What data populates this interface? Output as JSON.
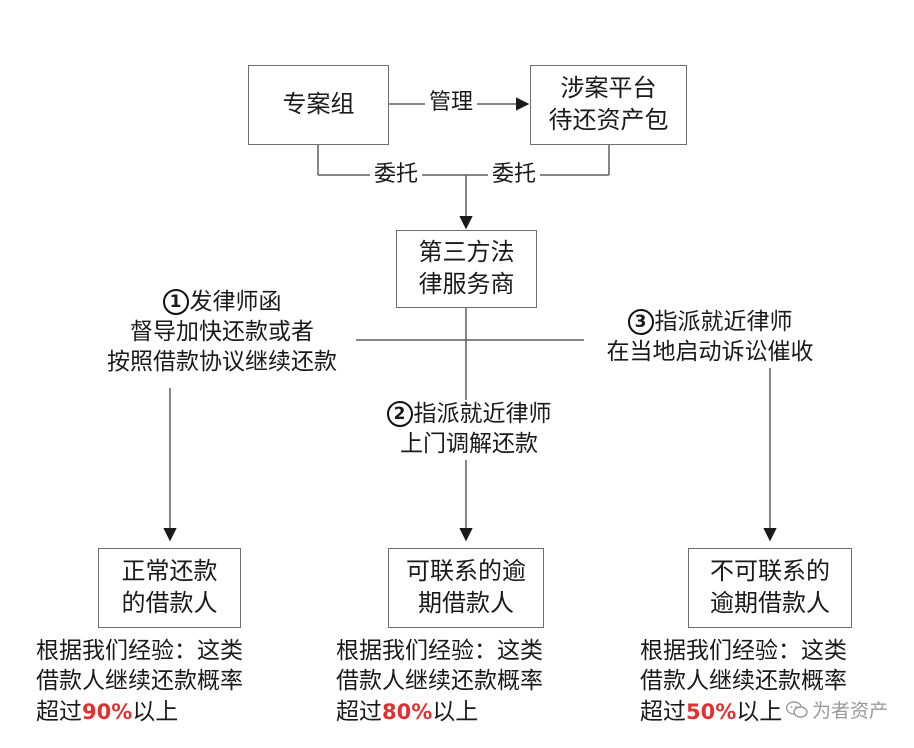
{
  "nodes": {
    "task_force": "专案组",
    "platform_line1": "涉案平台",
    "platform_line2": "待还资产包",
    "legal_line1": "第三方法",
    "legal_line2": "律服务商",
    "normal_line1": "正常还款",
    "normal_line2": "的借款人",
    "reachable_line1": "可联系的逾",
    "reachable_line2": "期借款人",
    "unreachable_line1": "不可联系的",
    "unreachable_line2": "逾期借款人"
  },
  "edge_labels": {
    "manage": "管理",
    "entrust_left": "委托",
    "entrust_right": "委托"
  },
  "steps": [
    {
      "num": "1",
      "line1": "发律师函",
      "line2": "督导加快还款或者",
      "line3": "按照借款协议继续还款"
    },
    {
      "num": "2",
      "line1": "指派就近律师",
      "line2": "上门调解还款"
    },
    {
      "num": "3",
      "line1": "指派就近律师",
      "line2": "在当地启动诉讼催收"
    }
  ],
  "outcomes": [
    {
      "line1": "根据我们经验：这类",
      "line2": "借款人继续还款概率",
      "pre": "超过",
      "pct": "90%",
      "post": "以上"
    },
    {
      "line1": "根据我们经验：这类",
      "line2": "借款人继续还款概率",
      "pre": "超过",
      "pct": "80%",
      "post": "以上"
    },
    {
      "line1": "根据我们经验：这类",
      "line2": "借款人继续还款概率",
      "pre": "超过",
      "pct": "50%",
      "post": "以上"
    }
  ],
  "watermark": "为者资产",
  "colors": {
    "line": "#5f5f5f",
    "arrow": "#1a1a1a",
    "highlight": "#e03131"
  }
}
